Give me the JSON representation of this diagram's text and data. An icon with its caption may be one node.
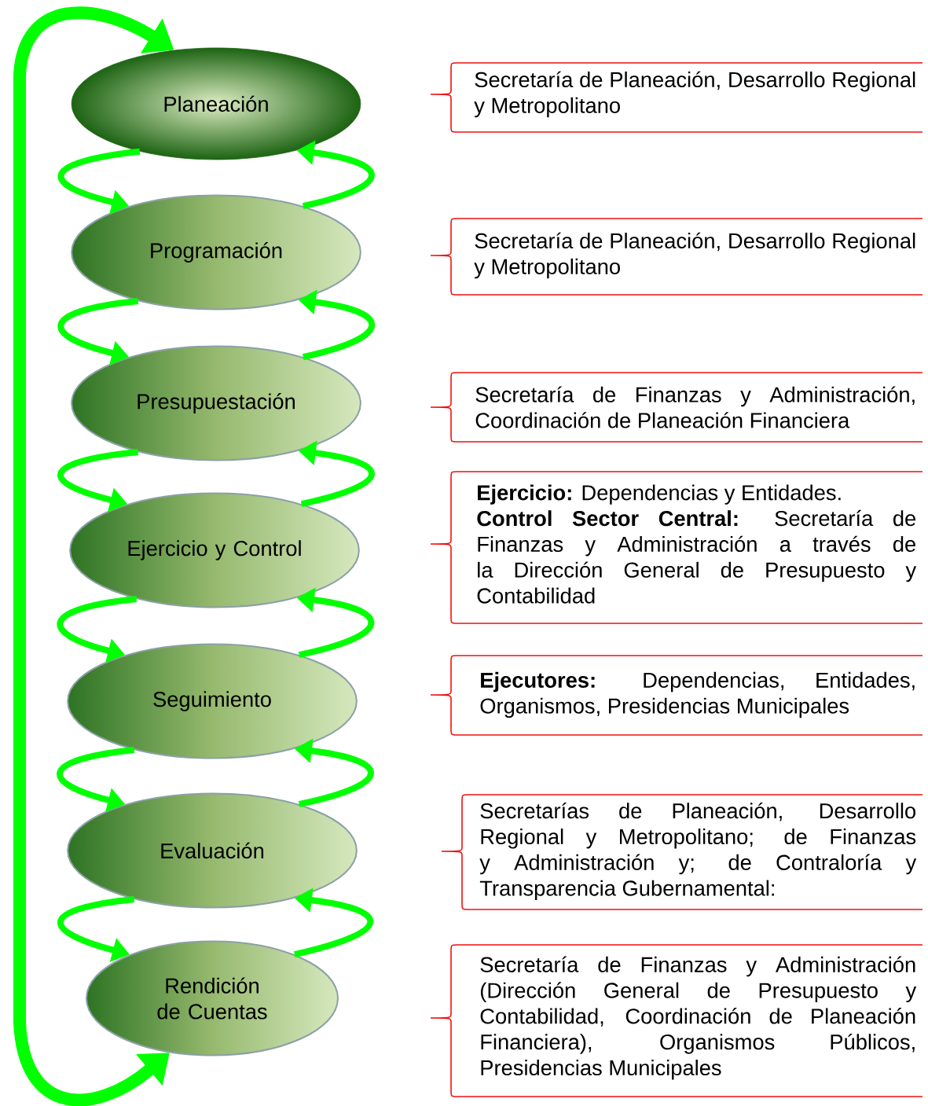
{
  "diagram": {
    "nodes": [
      {
        "text": [
          "Planeación"
        ]
      },
      {
        "text": [
          "Programación"
        ]
      },
      {
        "text": [
          "Presupuestación"
        ]
      },
      {
        "text": [
          "Ejercicio y Control"
        ]
      },
      {
        "text": [
          "Seguimiento"
        ]
      },
      {
        "text": [
          "Evaluación"
        ]
      },
      {
        "text": [
          "Rendición de Cuentas"
        ]
      },
      {
        "text": [
          "Secretaría de Planeación, Desarrollo Regional y Metropolitano"
        ]
      },
      {
        "text": [
          "Secretaría de Planeación, Desarrollo Regional y Metropolitano"
        ]
      },
      {
        "text": [
          "Secretaría de Finanzas y Administración, Coordinación de Planeación Financiera"
        ]
      },
      {
        "text": [
          "**Ejercicio:** Dependencias y Entidades.",
          "**Control Sector Central:** Secretaría de Finanzas y Administración a través de la Dirección General de Presupuesto y Contabilidad"
        ]
      },
      {
        "text": [
          "**Ejecutores:** Dependencias, Entidades, Organismos, Presidencias Municipales"
        ]
      },
      {
        "text": [
          "Secretarías de Planeación, Desarrollo Regional y Metropolitano; de Finanzas y Administración y; de Contraloría y Transparencia Gubernamental:"
        ]
      },
      {
        "text": [
          "Secretaría de Finanzas y Administración (Dirección General de Presupuesto y Contabilidad, Coordinación de Planeación Financiera), Organismos Públicos, Presidencias Municipales"
        ]
      }
    ],
    "edges": [
      {
        "from": 0,
        "to": 1,
        "arrow": "to"
      },
      {
        "from": 1,
        "to": 0,
        "arrow": "to"
      },
      {
        "from": 1,
        "to": 2,
        "arrow": "to"
      },
      {
        "from": 2,
        "to": 1,
        "arrow": "to"
      },
      {
        "from": 2,
        "to": 3,
        "arrow": "to"
      },
      {
        "from": 3,
        "to": 2,
        "arrow": "to"
      },
      {
        "from": 3,
        "to": 4,
        "arrow": "to"
      },
      {
        "from": 4,
        "to": 3,
        "arrow": "to"
      },
      {
        "from": 4,
        "to": 5,
        "arrow": "to"
      },
      {
        "from": 5,
        "to": 4,
        "arrow": "to"
      },
      {
        "from": 5,
        "to": 6,
        "arrow": "to"
      },
      {
        "from": 6,
        "to": 5,
        "arrow": "to"
      },
      {
        "from": 6,
        "to": 0,
        "arrow": "both",
        "style": "thick"
      }
    ]
  }
}
